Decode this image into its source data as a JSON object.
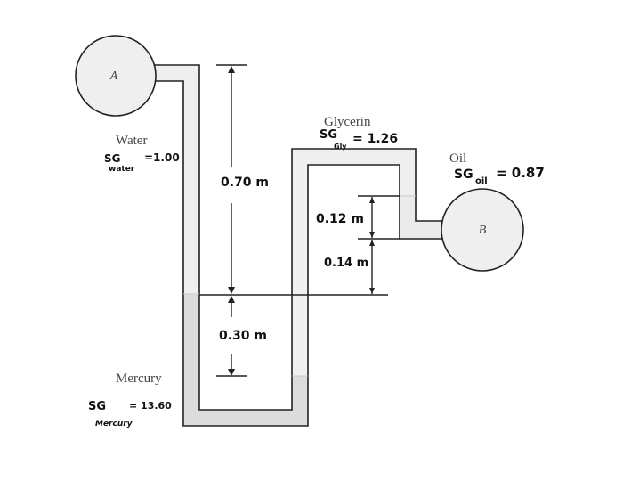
{
  "tanks": {
    "a": {
      "label": "A"
    },
    "b": {
      "label": "B"
    }
  },
  "fluids": {
    "water": {
      "name": "Water",
      "sg_symbol": "SG",
      "sg_subscript": "water",
      "sg_value": "=1.00"
    },
    "mercury": {
      "name": "Mercury",
      "sg_symbol": "SG",
      "sg_subscript": "Mercury",
      "sg_value": "= 13.60"
    },
    "glycerin": {
      "name": "Glycerin",
      "sg_symbol": "SG",
      "sg_subscript": "Gly",
      "sg_value": "= 1.26"
    },
    "oil": {
      "name": "Oil",
      "sg_symbol": "SG",
      "sg_subscript": "oil",
      "sg_value": "= 0.87"
    }
  },
  "dimensions": {
    "d070": "0.70 m",
    "d030": "0.30 m",
    "d012": "0.12 m",
    "d014": "0.14 m"
  },
  "colors": {
    "fluid_light": "#efefef",
    "fluid_mercury": "#dadada",
    "stroke": "#222222"
  }
}
